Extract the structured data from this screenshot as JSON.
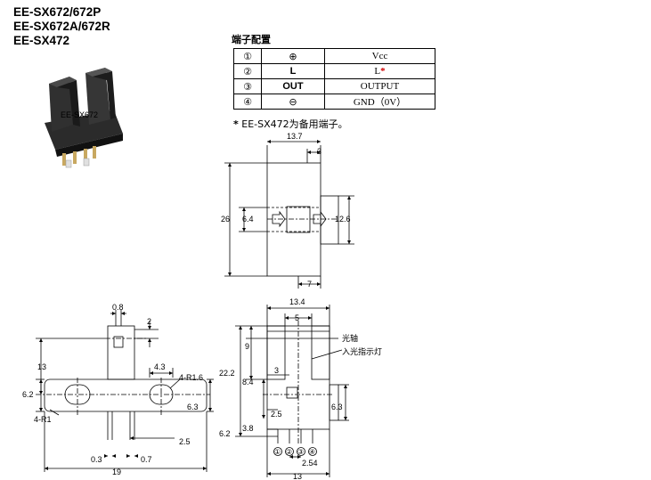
{
  "models": [
    "EE-SX672/672P",
    "EE-SX672A/672R",
    "EE-SX472"
  ],
  "pin_table": {
    "title": "端子配置",
    "rows": [
      {
        "num": "①",
        "symbol": "⊕",
        "signal": "Vcc",
        "star": ""
      },
      {
        "num": "②",
        "symbol": "L",
        "signal": "L",
        "star": "*"
      },
      {
        "num": "③",
        "symbol": "OUT",
        "signal": "OUTPUT",
        "star": ""
      },
      {
        "num": "④",
        "symbol": "⊖",
        "signal": "GND（0V）",
        "star": ""
      }
    ],
    "note_star": "*",
    "note": " EE-SX472为备用端子。"
  },
  "dims": {
    "side_width": "13.7",
    "side_3": "3",
    "side_26": "26",
    "side_6_4": "6.4",
    "side_12_6": "12.6",
    "side_7": "7",
    "left_0_8": "0.8",
    "left_2": "2",
    "left_13": "13",
    "left_4_3": "4.3",
    "left_4r16": "4-R1.6",
    "left_6_2": "6.2",
    "left_6_3": "6.3",
    "left_4r1": "4-R1",
    "left_2_5": "2.5",
    "left_0_3": "0.3",
    "left_0_7": "0.7",
    "left_19": "19",
    "front_13_4": "13.4",
    "front_5": "5",
    "front_9": "9",
    "front_22_2": "22.2",
    "front_3": "3",
    "front_8_4": "8.4",
    "front_2_5": "2.5",
    "front_6_3": "6.3",
    "front_6_2": "6.2",
    "front_3_8": "3.8",
    "front_2_54": "2.54",
    "front_13": "13",
    "label_axis": "光轴",
    "label_led": "入光指示灯",
    "pin_nums": [
      "①",
      "②",
      "③",
      "④"
    ]
  }
}
